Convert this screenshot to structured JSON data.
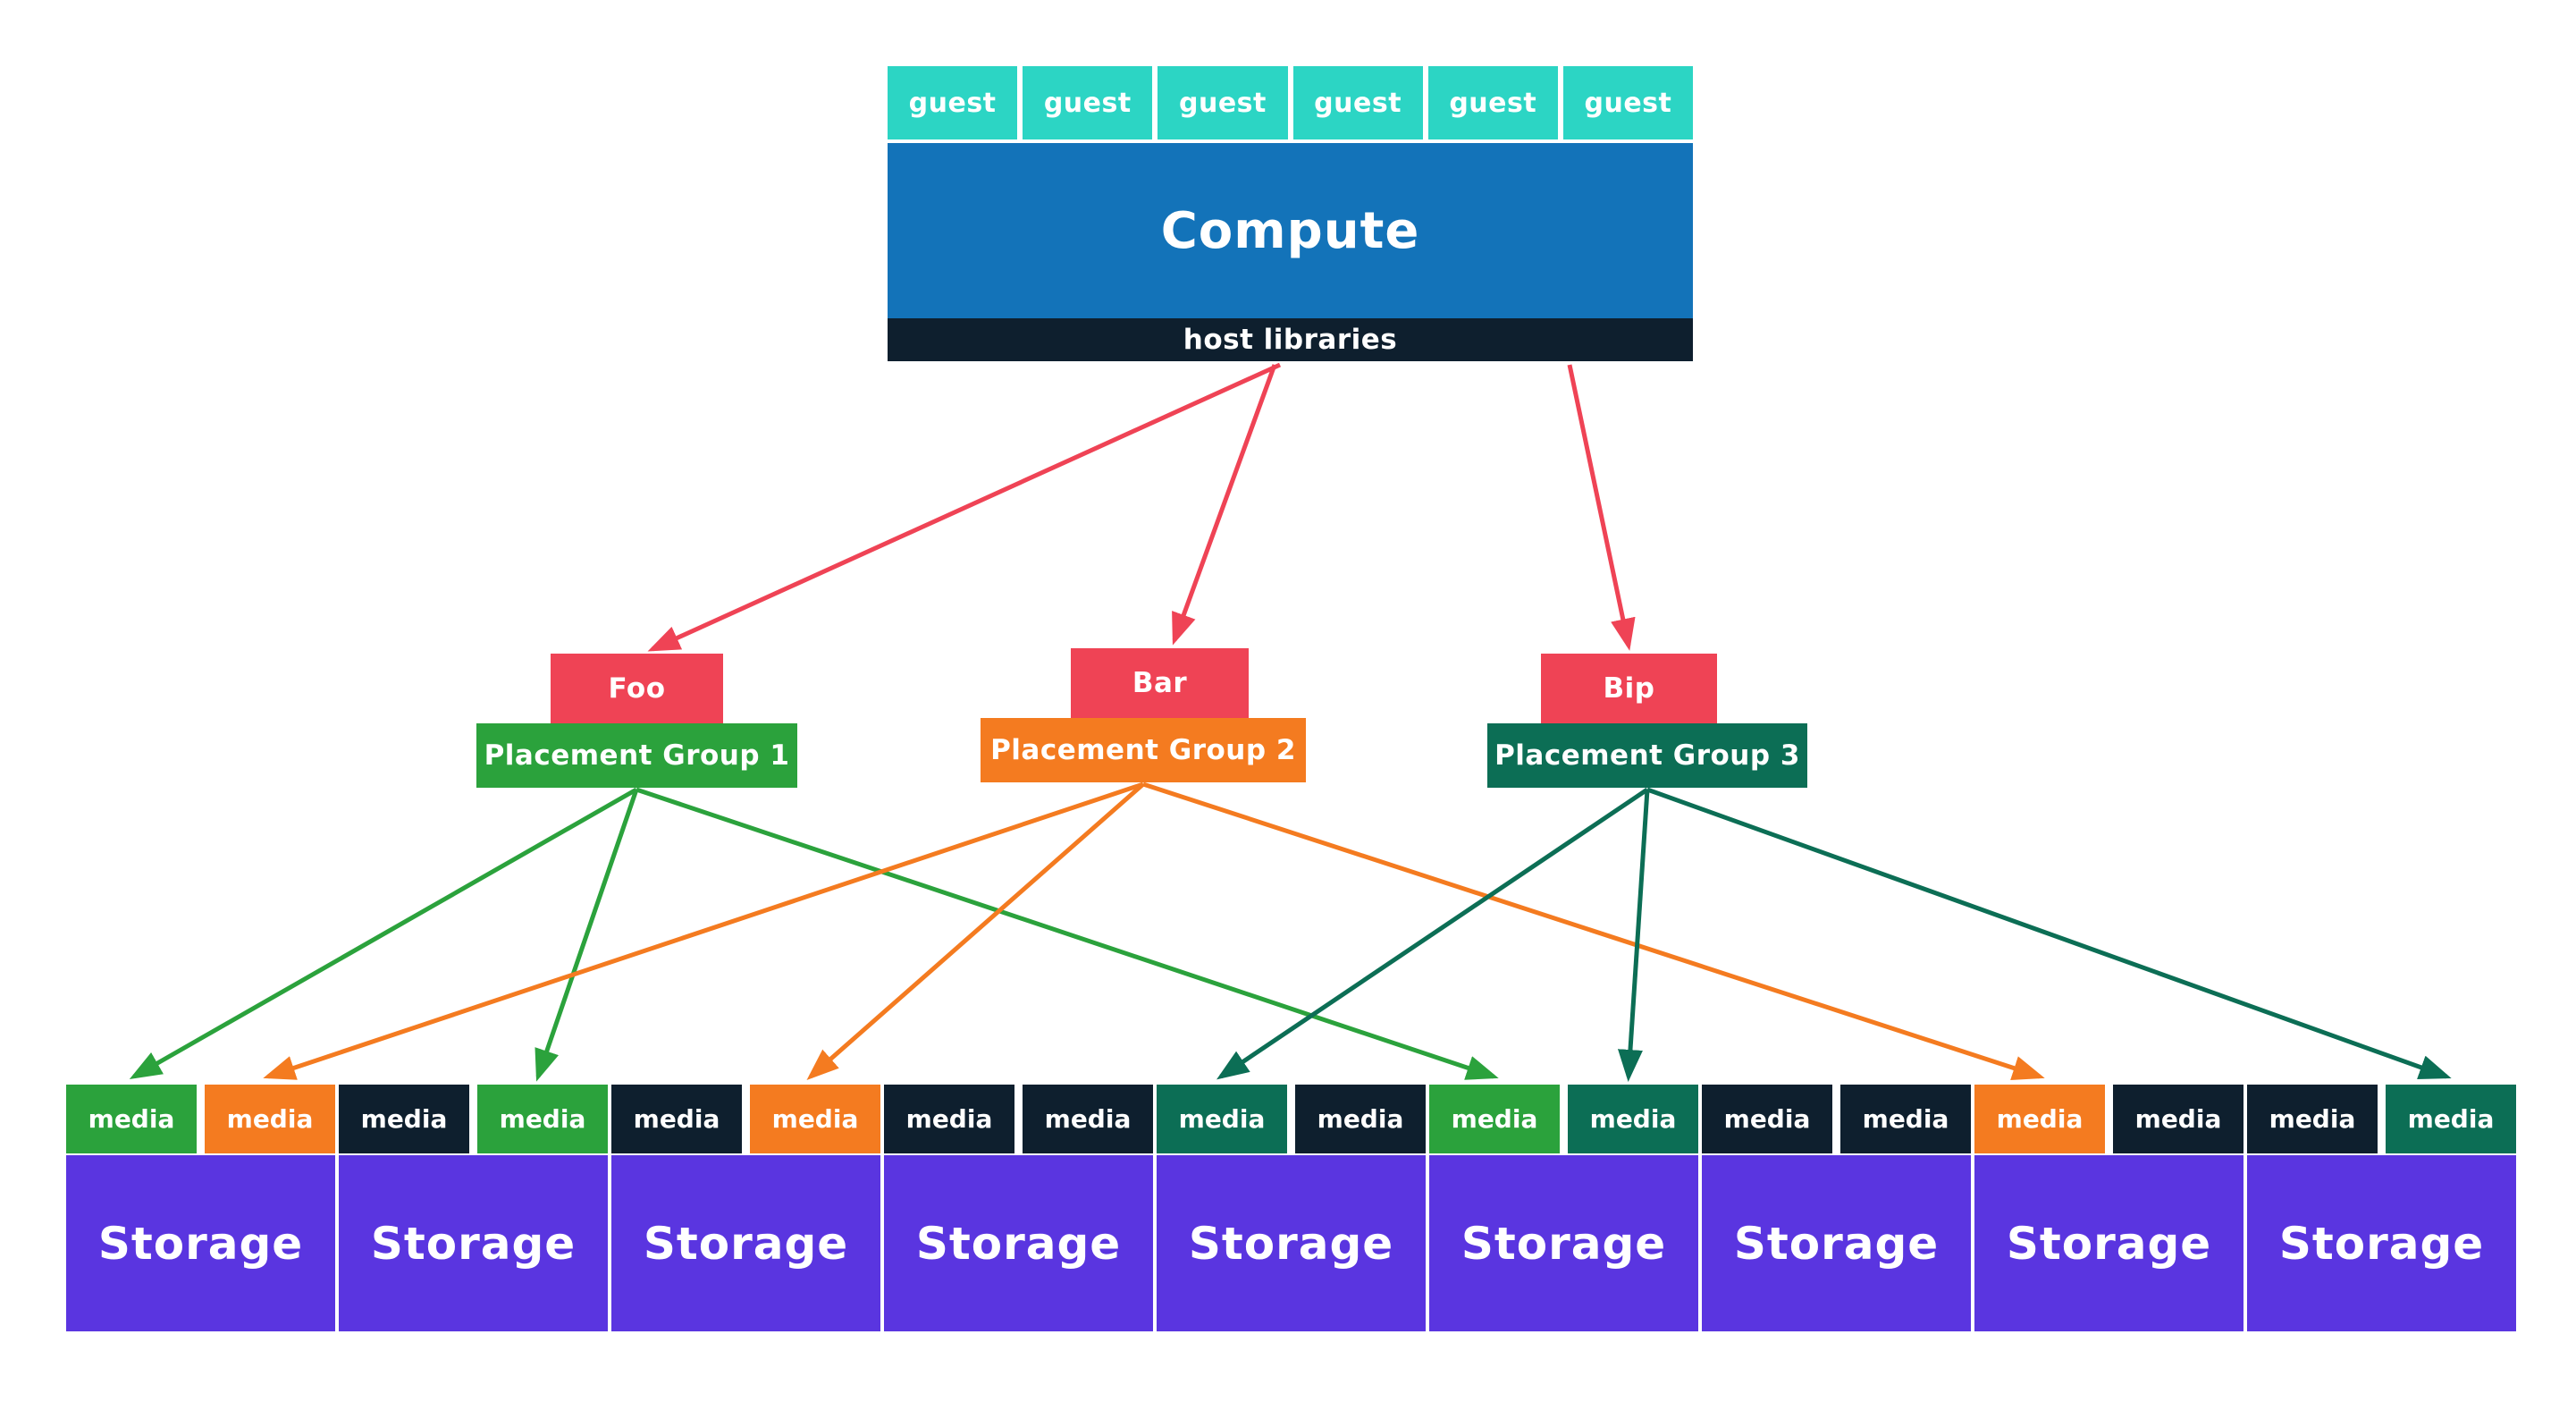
{
  "colors": {
    "guest": "#2cd5c4",
    "compute": "#1373b9",
    "dark": "#0e1f2e",
    "red": "#ef4355",
    "green": "#2ba23c",
    "orange": "#f47b20",
    "teal": "#0c6e55",
    "storage": "#5a35e0",
    "background": "#ffffff"
  },
  "compute_stack": {
    "guests": [
      "guest",
      "guest",
      "guest",
      "guest",
      "guest",
      "guest"
    ],
    "compute_label": "Compute",
    "host_libraries_label": "host libraries"
  },
  "placement_groups": [
    {
      "name": "Foo",
      "label": "Placement Group 1"
    },
    {
      "name": "Bar",
      "label": "Placement Group 2"
    },
    {
      "name": "Bip",
      "label": "Placement Group 3"
    }
  ],
  "storage_nodes": [
    {
      "label": "Storage",
      "media": [
        {
          "label": "media",
          "color": "#2ba23c"
        },
        {
          "label": "media",
          "color": "#f47b20"
        }
      ]
    },
    {
      "label": "Storage",
      "media": [
        {
          "label": "media",
          "color": "#0e1f2e"
        },
        {
          "label": "media",
          "color": "#2ba23c"
        }
      ]
    },
    {
      "label": "Storage",
      "media": [
        {
          "label": "media",
          "color": "#0e1f2e"
        },
        {
          "label": "media",
          "color": "#f47b20"
        }
      ]
    },
    {
      "label": "Storage",
      "media": [
        {
          "label": "media",
          "color": "#0e1f2e"
        },
        {
          "label": "media",
          "color": "#0e1f2e"
        }
      ]
    },
    {
      "label": "Storage",
      "media": [
        {
          "label": "media",
          "color": "#0c6e55"
        },
        {
          "label": "media",
          "color": "#0e1f2e"
        }
      ]
    },
    {
      "label": "Storage",
      "media": [
        {
          "label": "media",
          "color": "#2ba23c"
        },
        {
          "label": "media",
          "color": "#0c6e55"
        }
      ]
    },
    {
      "label": "Storage",
      "media": [
        {
          "label": "media",
          "color": "#0e1f2e"
        },
        {
          "label": "media",
          "color": "#0e1f2e"
        }
      ]
    },
    {
      "label": "Storage",
      "media": [
        {
          "label": "media",
          "color": "#f47b20"
        },
        {
          "label": "media",
          "color": "#0e1f2e"
        }
      ]
    },
    {
      "label": "Storage",
      "media": [
        {
          "label": "media",
          "color": "#0e1f2e"
        },
        {
          "label": "media",
          "color": "#0c6e55"
        }
      ]
    }
  ],
  "edges": [
    {
      "from": "Compute / host libraries",
      "to": "Foo",
      "color": "#ef4355"
    },
    {
      "from": "Compute / host libraries",
      "to": "Bar",
      "color": "#ef4355"
    },
    {
      "from": "Compute / host libraries",
      "to": "Bip",
      "color": "#ef4355"
    },
    {
      "from": "Placement Group 1",
      "to": "Storage 1 / media 1",
      "color": "#2ba23c"
    },
    {
      "from": "Placement Group 1",
      "to": "Storage 2 / media 2",
      "color": "#2ba23c"
    },
    {
      "from": "Placement Group 1",
      "to": "Storage 6 / media 1",
      "color": "#2ba23c"
    },
    {
      "from": "Placement Group 2",
      "to": "Storage 1 / media 2",
      "color": "#f47b20"
    },
    {
      "from": "Placement Group 2",
      "to": "Storage 3 / media 2",
      "color": "#f47b20"
    },
    {
      "from": "Placement Group 2",
      "to": "Storage 8 / media 1",
      "color": "#f47b20"
    },
    {
      "from": "Placement Group 3",
      "to": "Storage 5 / media 1",
      "color": "#0c6e55"
    },
    {
      "from": "Placement Group 3",
      "to": "Storage 6 / media 2",
      "color": "#0c6e55"
    },
    {
      "from": "Placement Group 3",
      "to": "Storage 9 / media 2",
      "color": "#0c6e55"
    }
  ]
}
